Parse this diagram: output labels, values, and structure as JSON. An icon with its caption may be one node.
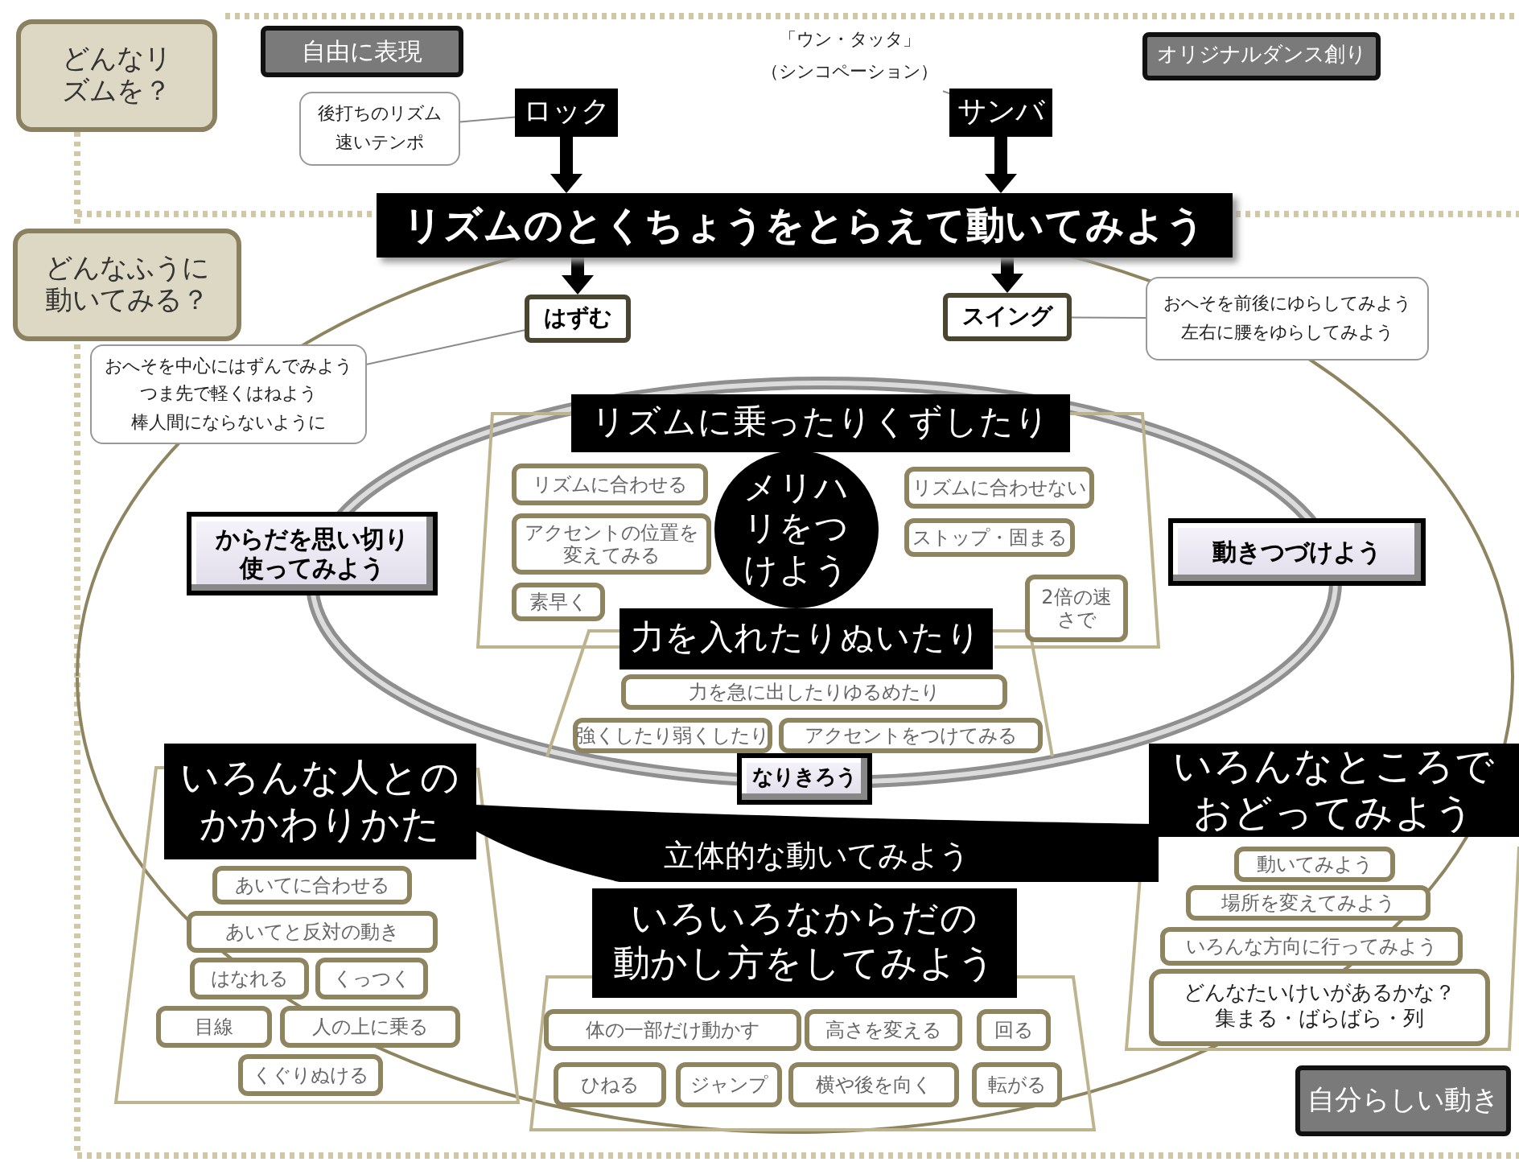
{
  "diagram": {
    "nodes": [
      {
        "text": [
          "どんなリズムを？"
        ]
      },
      {
        "text": [
          "自由に表現"
        ]
      },
      {
        "text": [
          "オリジナルダンス創り"
        ]
      },
      {
        "text": [
          "後打ちのリズム",
          "速いテンポ"
        ]
      },
      {
        "text": [
          "ロック"
        ]
      },
      {
        "text": [
          "「ウン・タッタ」",
          "（シンコペーション）"
        ]
      },
      {
        "text": [
          "サンバ"
        ]
      },
      {
        "text": [
          "リズムのとくちょうをとらえて動いてみよう"
        ]
      },
      {
        "text": [
          "はずむ"
        ]
      },
      {
        "text": [
          "スイング"
        ]
      },
      {
        "text": [
          "おへそを前後にゆらしてみよう",
          "左右に腰をゆらしてみよう"
        ]
      },
      {
        "text": [
          "おへそを中心にはずんでみよう",
          "つま先で軽くはねよう",
          "棒人間にならないように"
        ]
      },
      {
        "text": [
          "どんなふうに動いてみる？"
        ]
      },
      {
        "text": [
          "リズムに乗ったりくずしたり"
        ]
      },
      {
        "text": [
          "リズムに合わせる"
        ]
      },
      {
        "text": [
          "アクセントの位置を変えてみる"
        ]
      },
      {
        "text": [
          "素早く"
        ]
      },
      {
        "text": [
          "メリハリをつけよう"
        ]
      },
      {
        "text": [
          "リズムに合わせない"
        ]
      },
      {
        "text": [
          "ストップ・固まる"
        ]
      },
      {
        "text": [
          "2倍の速さで"
        ]
      },
      {
        "text": [
          "力を入れたりぬいたり"
        ]
      },
      {
        "text": [
          "力を急に出したりゆるめたり"
        ]
      },
      {
        "text": [
          "強くしたり弱くしたり"
        ]
      },
      {
        "text": [
          "アクセントをつけてみる"
        ]
      },
      {
        "text": [
          "からだを思い切り使ってみよう"
        ]
      },
      {
        "text": [
          "動きつづけよう"
        ]
      },
      {
        "text": [
          "なりきろう"
        ]
      },
      {
        "text": [
          "立体的な動いてみよう"
        ]
      },
      {
        "text": [
          "いろんな人とのかかわりかた"
        ]
      },
      {
        "text": [
          "あいてに合わせる"
        ]
      },
      {
        "text": [
          "あいてと反対の動き"
        ]
      },
      {
        "text": [
          "はなれる"
        ]
      },
      {
        "text": [
          "くっつく"
        ]
      },
      {
        "text": [
          "目線"
        ]
      },
      {
        "text": [
          "人の上に乗る"
        ]
      },
      {
        "text": [
          "くぐりぬける"
        ]
      },
      {
        "text": [
          "いろいろなからだの動かし方をしてみよう"
        ]
      },
      {
        "text": [
          "体の一部だけ動かす"
        ]
      },
      {
        "text": [
          "高さを変える"
        ]
      },
      {
        "text": [
          "回る"
        ]
      },
      {
        "text": [
          "ひねる"
        ]
      },
      {
        "text": [
          "ジャンプ"
        ]
      },
      {
        "text": [
          "横や後を向く"
        ]
      },
      {
        "text": [
          "転がる"
        ]
      },
      {
        "text": [
          "いろんなところでおどってみよう"
        ]
      },
      {
        "text": [
          "動いてみよう"
        ]
      },
      {
        "text": [
          "場所を変えてみよう"
        ]
      },
      {
        "text": [
          "いろんな方向に行ってみよう"
        ]
      },
      {
        "text": [
          "どんなたいけいがあるかな？",
          "集まる・ばらばら・列"
        ]
      },
      {
        "text": [
          "自分らしい動き"
        ]
      }
    ],
    "edges": [
      {
        "from": 4,
        "to": 7,
        "arrow": "to",
        "style": "thick"
      },
      {
        "from": 6,
        "to": 7,
        "arrow": "to",
        "style": "thick"
      },
      {
        "from": 7,
        "to": 8,
        "arrow": "to",
        "style": "thick"
      },
      {
        "from": 7,
        "to": 9,
        "arrow": "to",
        "style": "thick"
      },
      {
        "from": 3,
        "to": 4,
        "arrow": "none",
        "color": "#8a8a8a"
      },
      {
        "from": 5,
        "to": 6,
        "arrow": "none",
        "color": "#8a8a8a"
      },
      {
        "from": 10,
        "to": 9,
        "arrow": "none",
        "color": "#8a8a8a"
      },
      {
        "from": 11,
        "to": 8,
        "arrow": "none",
        "color": "#8a8a8a"
      }
    ]
  }
}
